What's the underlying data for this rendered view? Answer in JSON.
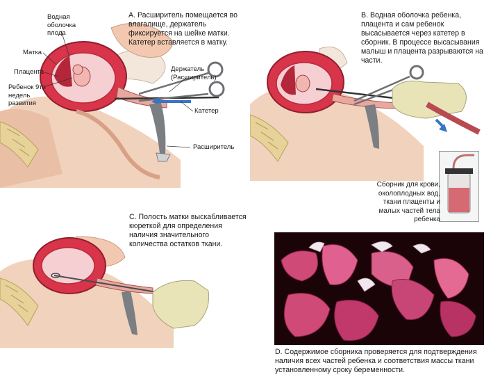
{
  "panel_a": {
    "labels": {
      "amniotic_sac": "Водная оболочка плода",
      "uterus": "Матка",
      "placenta": "Плацента",
      "fetus": "Ребенок 9ти недель развития",
      "holder": "Держатель (Расширитель)",
      "catheter": "Катетер",
      "dilator": "Расширитель"
    },
    "caption": "A. Расширитель помещается во влагалище, держатель фиксируется на шейке матки. Катетер вставляется в матку."
  },
  "panel_b": {
    "caption": "B. Водная оболочка ребенка, плацента и сам ребенок высасывается через катетер в сборник. В процессе высасывания малыш и плацента разрываются на части.",
    "collector_label": "Сборник для крови, околоплодных вод, ткани плаценты и малых частей тела ребенка"
  },
  "panel_c": {
    "caption": "C. Полость матки выскабливается кюреткой для определения наличия значительного количества остатков ткани."
  },
  "panel_d": {
    "caption": "D. Содержимое сборника проверяется для подтверждения наличия всех частей ребенка и соответствия массы ткани установленному сроку беременности."
  },
  "colors": {
    "uterus": "#d8344a",
    "tissue": "#f2c9b0",
    "bone": "#e7d39a",
    "glove": "#e8e4b8",
    "arrow": "#3a72c4",
    "photo_bg": "#1a0408"
  }
}
